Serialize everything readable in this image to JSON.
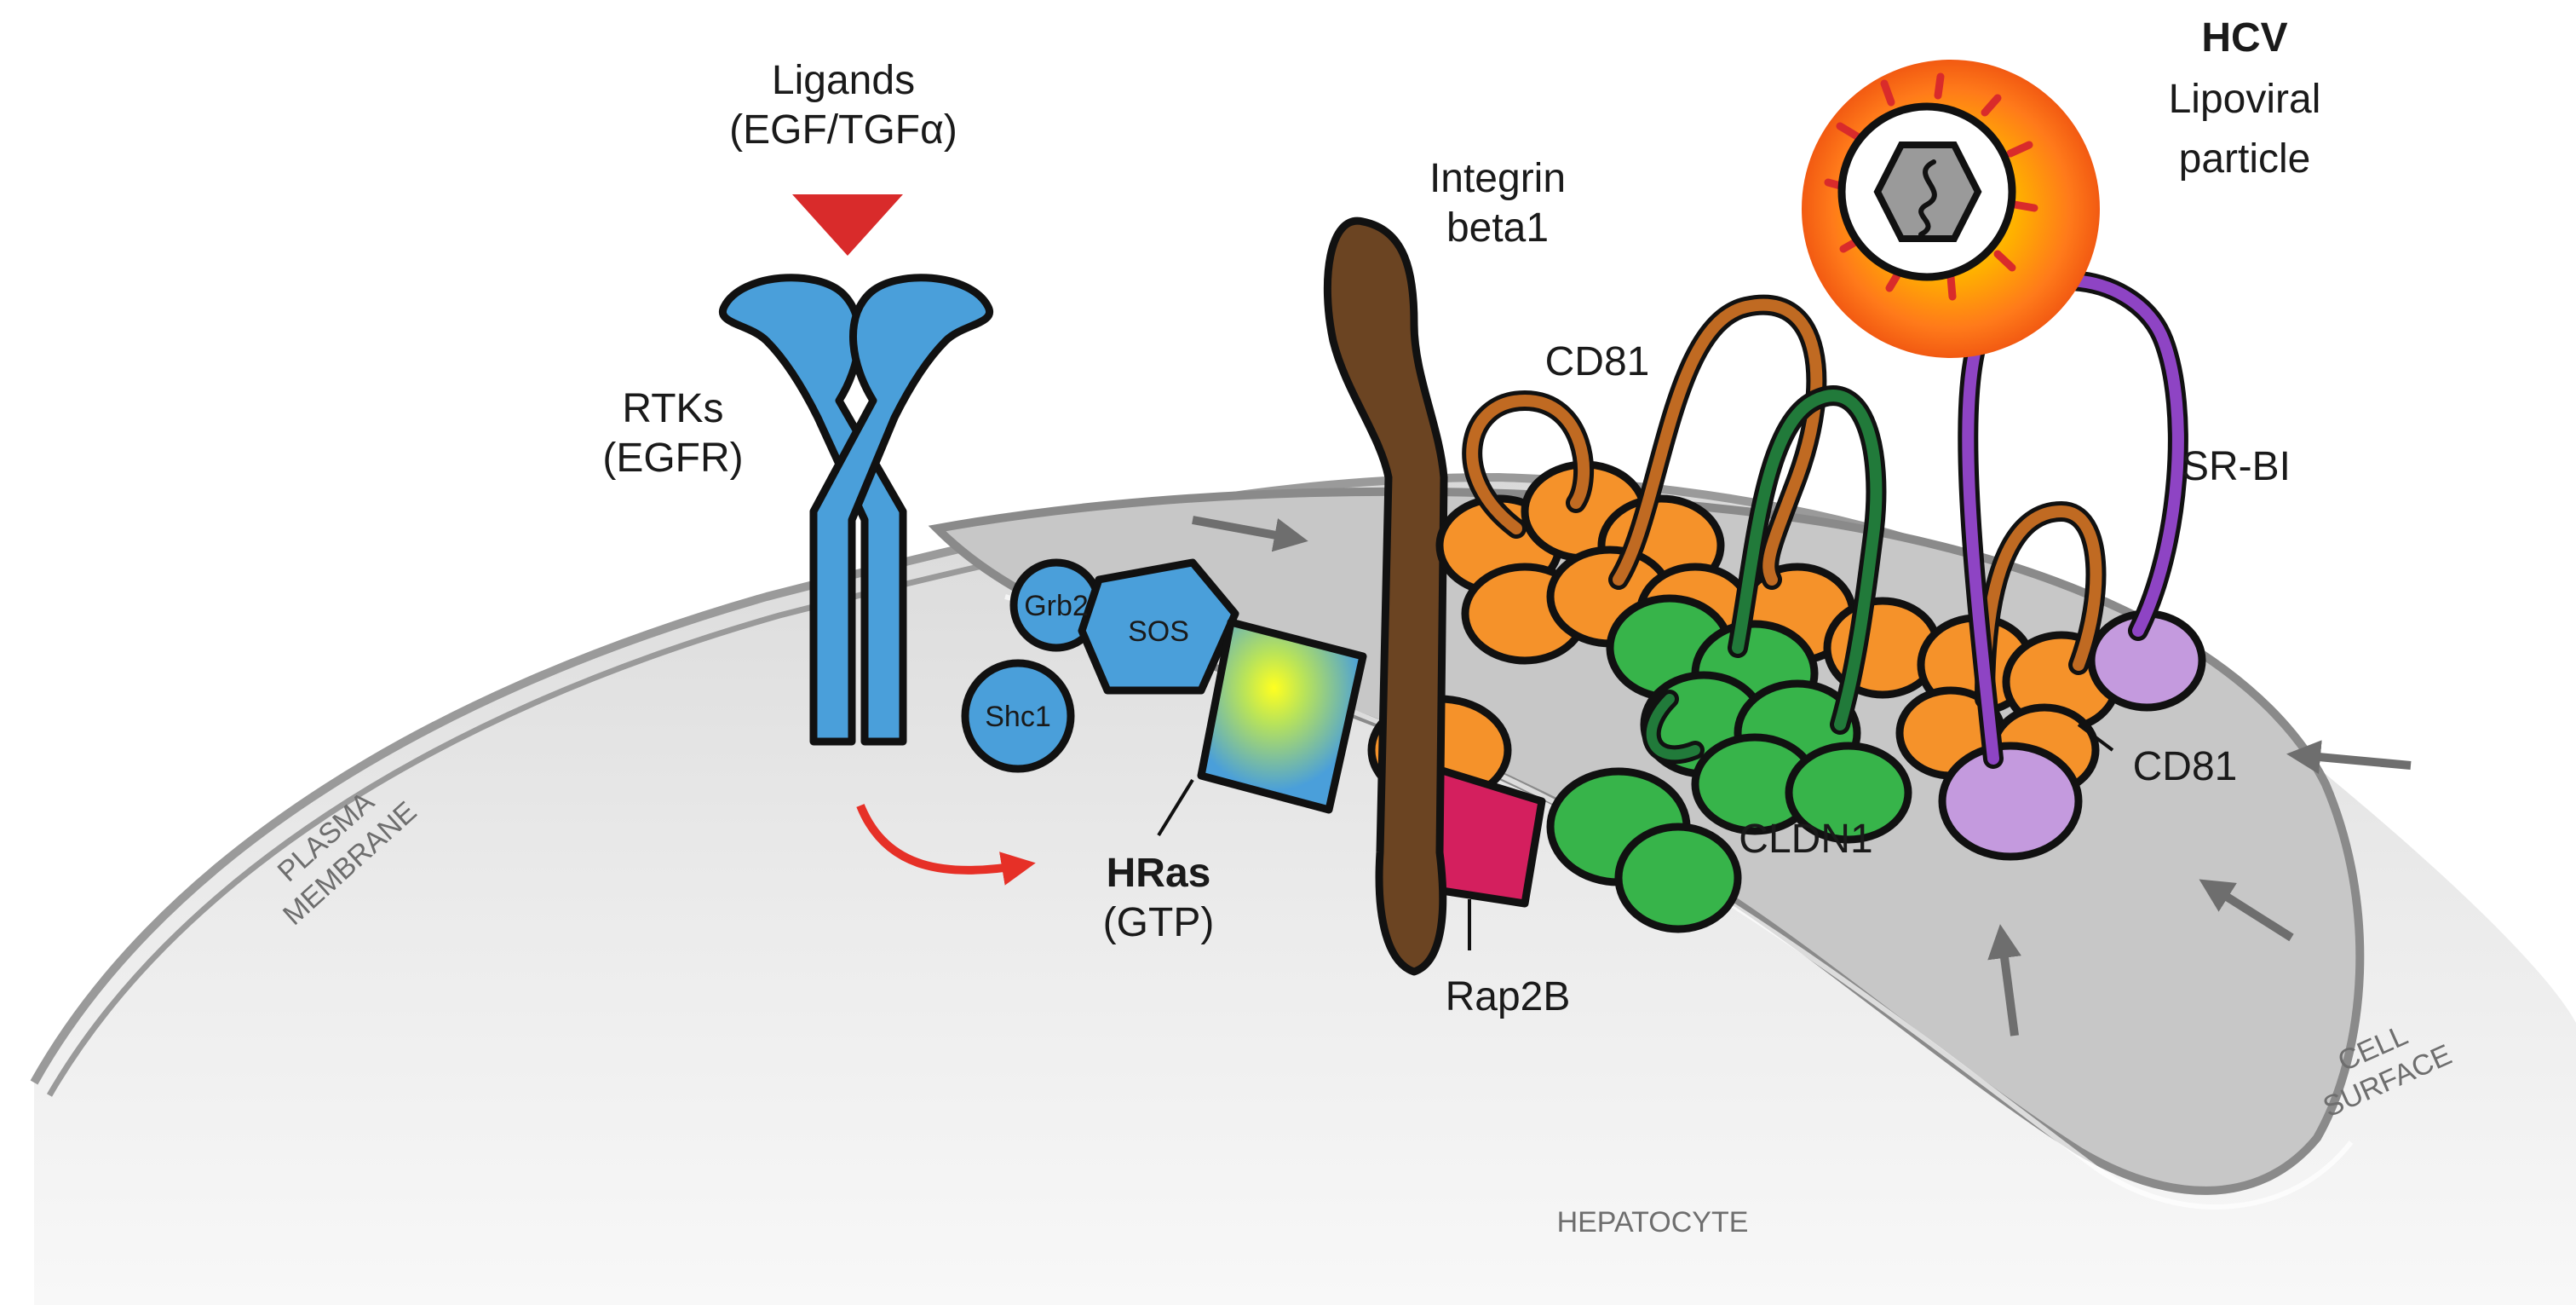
{
  "labels": {
    "ligands_1": "Ligands",
    "ligands_2": "(EGF/TGFα)",
    "rtks_1": "RTKs",
    "rtks_2": "(EGFR)",
    "grb2": "Grb2",
    "sos": "SOS",
    "shc1": "Shc1",
    "hras_1": "HRas",
    "hras_2": "(GTP)",
    "integrin_1": "Integrin",
    "integrin_2": "beta1",
    "cd81_top": "CD81",
    "hcv_1": "HCV",
    "hcv_2": "Lipoviral",
    "hcv_3": "particle",
    "srbi": "SR-BI",
    "cd81_bottom": "CD81",
    "cldn1": "CLDN1",
    "rap2b": "Rap2B",
    "plasma_1": "PLASMA",
    "plasma_2": "MEMBRANE",
    "cell_1": "CELL",
    "cell_2": "SURFACE",
    "hepatocyte": "HEPATOCYTE"
  },
  "colors": {
    "rtk_blue": "#4a9fda",
    "integrin_brown": "#6b4422",
    "cd81_orange": "#f5922a",
    "cd81_loop": "#c06a22",
    "cldn1_green": "#37b44a",
    "cldn1_loop": "#217a3a",
    "srbi_purple": "#8e44c4",
    "srbi_lilac": "#c49ade",
    "rap2b_red": "#d41f5e",
    "ligand_red": "#d92b2b",
    "membrane_gray": "#bdbdbd",
    "cell_gray": "#ececec"
  }
}
